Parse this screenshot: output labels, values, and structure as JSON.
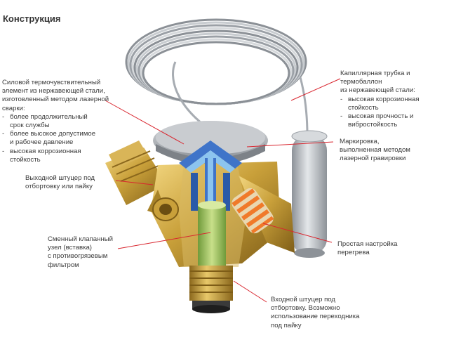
{
  "title": "Конструкция",
  "labels": {
    "sensor": {
      "lines": [
        "Силовой термочувствительный",
        "элемент из нержавеющей стали,",
        "изготовленный методом лазерной",
        "сварки:"
      ],
      "bullets": [
        "более продолжительный срок службы",
        "более высокое допустимое и рабочее давление",
        "высокая коррозионная стойкость"
      ]
    },
    "outlet": {
      "lines": [
        "Выходной штуцер под",
        "отбортовку или пайку"
      ]
    },
    "cartridge": {
      "lines": [
        "Сменный клапанный",
        "узел (вставка)",
        "с противогрязевым",
        "фильтром"
      ]
    },
    "capillary": {
      "lines": [
        "Капиллярная трубка и термобаллон",
        "из нержавеющей стали:"
      ],
      "bullets": [
        "высокая коррозионная стойкость",
        "высокая прочность и вибростойкость"
      ]
    },
    "marking": {
      "lines": [
        "Маркировка,",
        "выполненная методом",
        "лазерной гравировки"
      ]
    },
    "superheat": {
      "lines": [
        "Простая настройка",
        "перегрева"
      ]
    },
    "inlet": {
      "lines": [
        "Входной штуцер под",
        "отбортовку. Возможно",
        "использование переходника",
        "под пайку"
      ]
    }
  },
  "colors": {
    "leader": "#d9262f",
    "brass": "#c9a03a",
    "steel": "#b9bec4",
    "cutaway_blue": "#3f74c9",
    "filter_green": "#9bc25a",
    "spring_orange": "#f07a2a"
  },
  "icons": [
    "valve-illustration"
  ]
}
